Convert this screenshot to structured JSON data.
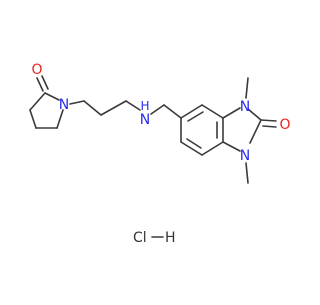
{
  "molecule": {
    "atoms": {
      "carbonyl_o_left": "O",
      "pyrrolidinone_n": "N",
      "amine_n": "N",
      "amine_h": "H",
      "benzimidazole_n_top": "N",
      "benzimidazole_n_bottom": "N",
      "carbonyl_o_right": "O"
    },
    "salt": {
      "chlorine": "Cl",
      "dash": "–",
      "hydrogen": "H"
    }
  },
  "colors": {
    "bond": "#3a3a3a",
    "nitrogen": "#2a2aee",
    "oxygen": "#ee2222",
    "hydrogen_on_n": "#2a2aee",
    "salt_text": "#333333"
  }
}
